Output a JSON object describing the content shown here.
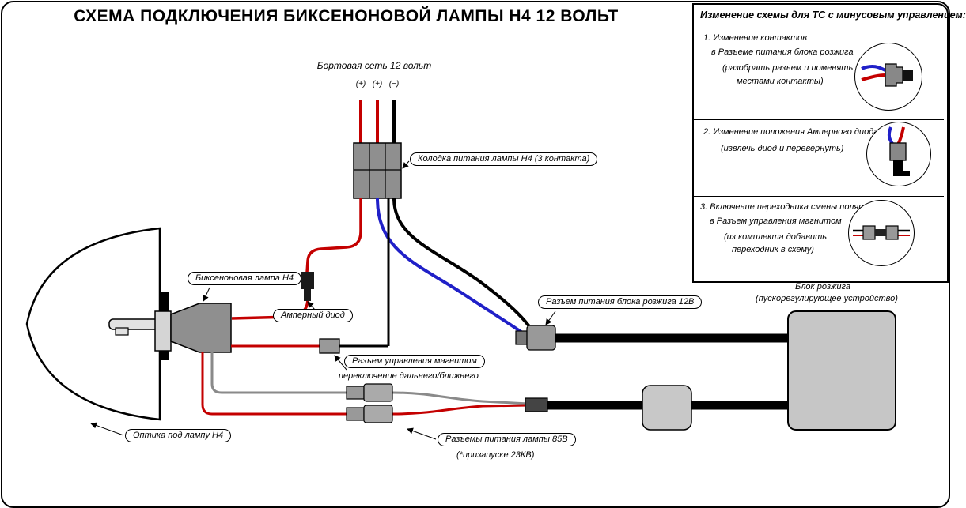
{
  "title": "СХЕМА ПОДКЛЮЧЕНИЯ БИКСЕНОНОВОЙ ЛАМПЫ Н4 12 ВОЛЬТ",
  "panel": {
    "title": "Изменение схемы для ТС с минусовым управлением:",
    "items": [
      {
        "lines": [
          "1. Изменение контактов",
          "в Разъеме питания блока розжига",
          "(разобрать разъем и поменять",
          "местами контакты)"
        ]
      },
      {
        "lines": [
          "2. Изменение положения Амперного диода",
          "(извлечь диод и перевернуть)"
        ]
      },
      {
        "lines": [
          "3. Включение переходника смены полярности",
          "в Разъем управления магнитом",
          "(из комплекта добавить",
          "переходник в схему)"
        ]
      }
    ]
  },
  "diagram": {
    "power_net": "Бортовая сеть 12 вольт",
    "terminals": [
      "(+)",
      "(+)",
      "(−)"
    ],
    "kolodka": "Колодка питания лампы Н4 (3 контакта)",
    "lamp": "Биксеноновая лампа Н4",
    "diode": "Амперный диод",
    "magnet_line1": "Разъем управления магнитом",
    "magnet_line2": "переключение дальнего/ближнего",
    "optic": "Оптика под лампу Н4",
    "ignition_connector": "Разъем питания блока розжига 12В",
    "lamp_power_line1": "Разъемы питания лампы 85В",
    "lamp_power_line2": "(*призапуске 23КВ)",
    "ignition_line1": "Блок розжига",
    "ignition_line2": "(пускорегулирующее устройство)"
  },
  "colors": {
    "wire_red": "#c40000",
    "wire_blue": "#2020c8",
    "wire_black": "#000000",
    "wire_gray": "#8a8a8a",
    "connector_gray": "#999999",
    "block_gray": "#c6c6c6"
  }
}
